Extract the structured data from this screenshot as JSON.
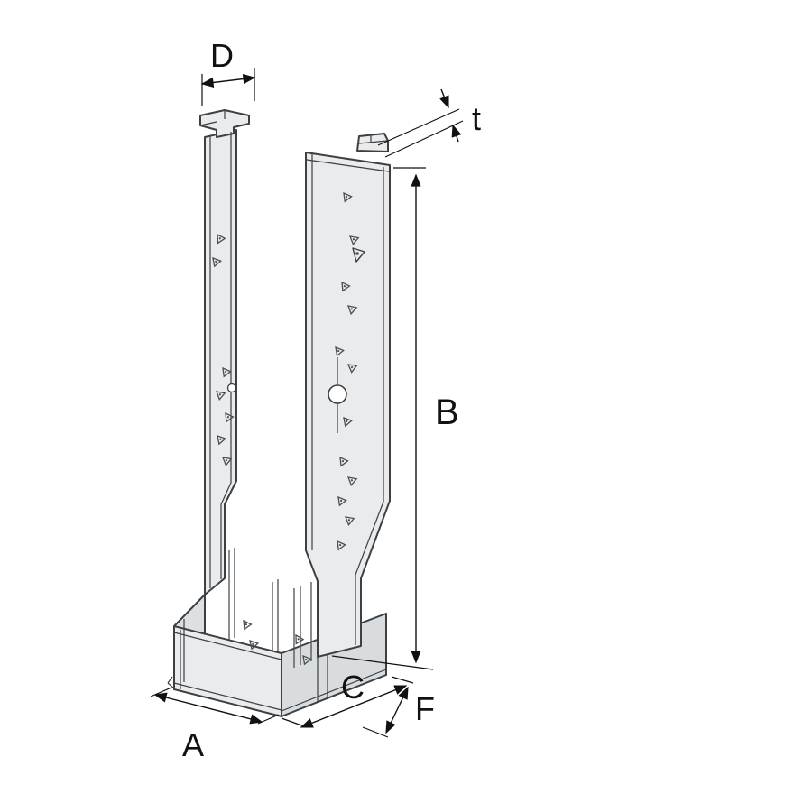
{
  "diagram": {
    "dimension_labels": {
      "top_flange_width": "D",
      "material_thickness": "t",
      "height": "B",
      "seat_width": "A",
      "seat_depth": "C",
      "side_flange": "F"
    },
    "colors": {
      "outline": "#3c4043",
      "metal_fill": "#e9ebec",
      "metal_side": "#d9dcde",
      "dimension_line": "#111111",
      "background": "#ffffff"
    }
  }
}
